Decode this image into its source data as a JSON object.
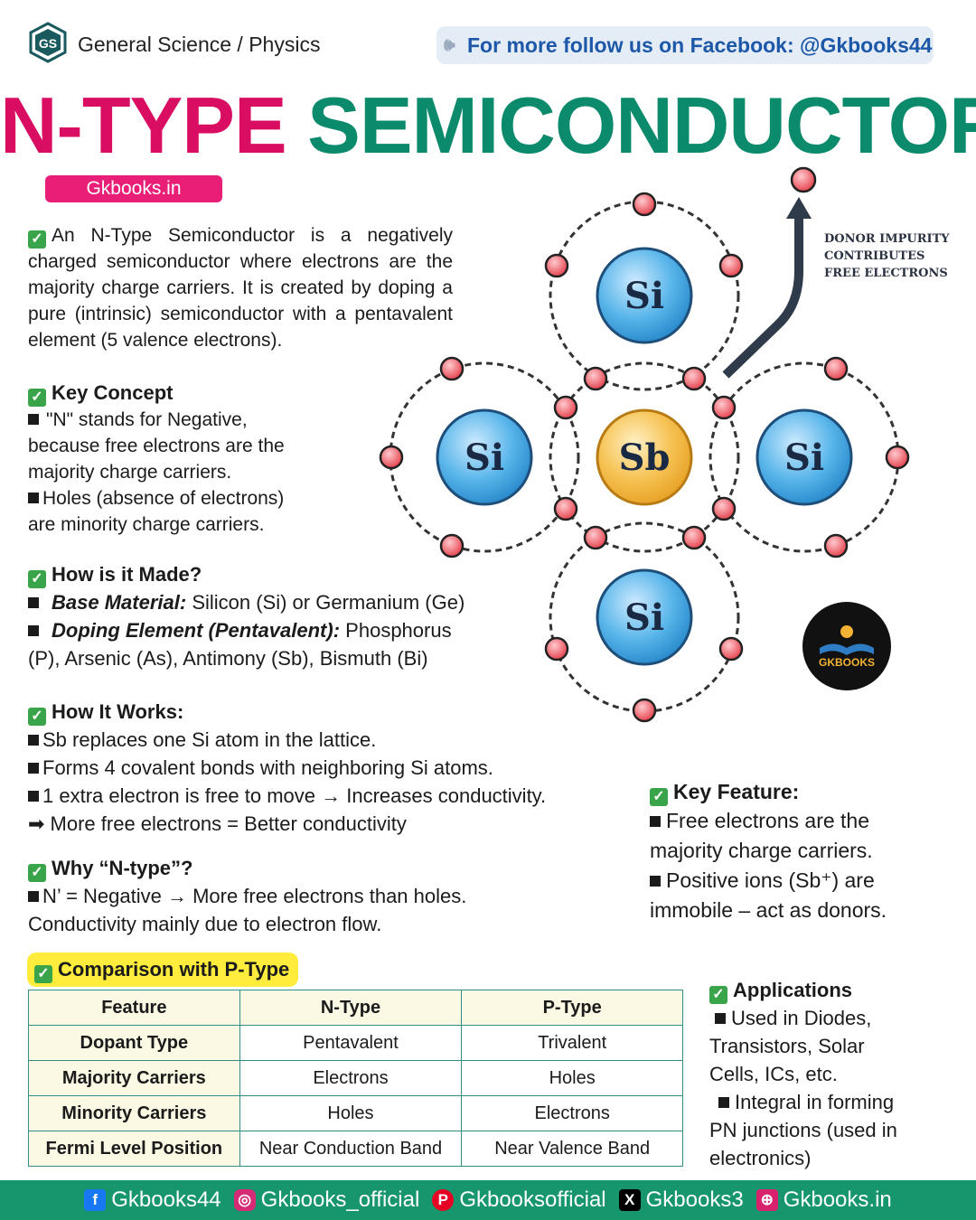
{
  "header": {
    "logo_text": "GS",
    "subject": "General Science / Physics",
    "follow_text": "For  more follow us on Facebook: @Gkbooks44"
  },
  "title": {
    "part1": "N-TYPE",
    "part2": "SEMICONDUCTOR"
  },
  "site_badge": "Gkbooks.in",
  "intro": "An N-Type Semiconductor is a negatively charged semiconductor where electrons are the majority charge carriers. It is created by doping a pure (intrinsic) semiconductor with a pentavalent element (5 valence electrons).",
  "key_concept": {
    "heading": "Key Concept",
    "line1": "\"N\" stands for Negative,",
    "line2": "because free electrons are the",
    "line3": "majority charge carriers.",
    "line4": "Holes (absence of electrons)",
    "line5": "are minority charge carriers."
  },
  "how_made": {
    "heading": "How is it Made?",
    "base_label": "Base Material:",
    "base_value": "Silicon (Si) or Germanium (Ge)",
    "doping_label": "Doping Element (Pentavalent):",
    "doping_value": "Phosphorus",
    "doping_value2": "(P), Arsenic (As), Antimony (Sb), Bismuth (Bi)"
  },
  "how_works": {
    "heading": "How It Works:",
    "line1": "Sb replaces one Si atom in the lattice.",
    "line2": "Forms 4 covalent bonds with neighboring Si atoms.",
    "line3": "1 extra electron is free to move → Increases conductivity.",
    "line4": "➡ More free electrons = Better conductivity"
  },
  "why_ntype": {
    "heading": "Why “N-type”?",
    "line1": "N’ = Negative → More free electrons than holes.",
    "line2": "Conductivity mainly due to electron flow."
  },
  "key_feature": {
    "heading": "Key Feature:",
    "line1": "Free electrons are the",
    "line2": "majority charge carriers.",
    "line3": "Positive ions (Sb⁺) are",
    "line4": "immobile – act as donors."
  },
  "applications": {
    "heading": "Applications",
    "line1": "Used in Diodes,",
    "line2": "Transistors, Solar",
    "line3": "Cells, ICs, etc.",
    "line4": "Integral in forming",
    "line5": "PN junctions (used in",
    "line6": "electronics)"
  },
  "diagram": {
    "atoms": {
      "top": "Si",
      "left": "Si",
      "center": "Sb",
      "right": "Si",
      "bottom": "Si"
    },
    "donor_label_1": "DONOR IMPURITY",
    "donor_label_2": "CONTRIBUTES",
    "donor_label_3": "FREE ELECTRONS",
    "brand": "GKBOOKS"
  },
  "comparison": {
    "heading": "Comparison with P-Type",
    "columns": [
      "Feature",
      "N-Type",
      "P-Type"
    ],
    "rows": [
      [
        "Dopant Type",
        "Pentavalent",
        "Trivalent"
      ],
      [
        "Majority Carriers",
        "Electrons",
        "Holes"
      ],
      [
        "Minority Carriers",
        "Holes",
        "Electrons"
      ],
      [
        "Fermi Level Position",
        "Near Conduction Band",
        "Near Valence Band"
      ]
    ]
  },
  "footer": {
    "facebook": "Gkbooks44",
    "instagram": "Gkbooks_official",
    "pinterest": "Gkbooksofficial",
    "x": "Gkbooks3",
    "web": "Gkbooks.in"
  },
  "colors": {
    "title_pink": "#d90e63",
    "title_green": "#0b8a6c",
    "footer_green": "#17966d",
    "electron_red": "#e8505b",
    "si_blue": "#3fa3df",
    "sb_orange": "#f3b640"
  }
}
